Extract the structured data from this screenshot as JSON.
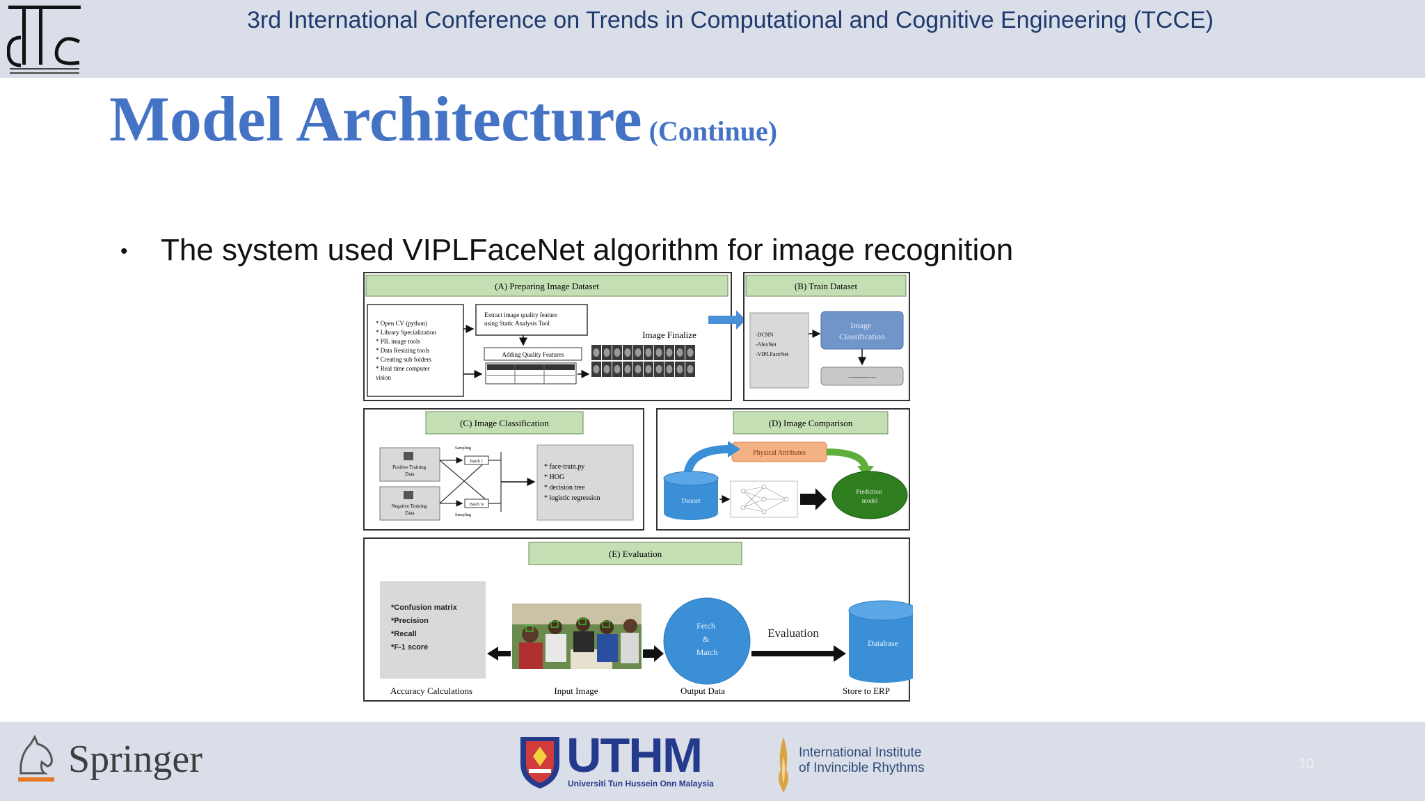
{
  "header": {
    "conference_title": "3rd International Conference on Trends in Computational and Cognitive Engineering (TCCE)"
  },
  "slide": {
    "title": "Model Architecture",
    "title_suffix": "(Continue)",
    "bullet": "The system used VIPLFaceNet algorithm for image recognition",
    "page_number": "10"
  },
  "diagram": {
    "panel_a": {
      "title": "(A)  Preparing Image Dataset",
      "list": [
        "* Open CV (python)",
        "* Library Specialization",
        "* PIL image tools",
        "* Data Resizing tools",
        "* Creating sub folders",
        "* Real time computer",
        "   vision"
      ],
      "extract_line1": "Extract image quality feature",
      "extract_line2": "using Static Analysis Tool",
      "adding": "Adding Quality Features",
      "finalize": "Image Finalize"
    },
    "panel_b": {
      "title": "(B) Train Dataset",
      "models": [
        "-DCNN",
        "-AlexNet",
        "-VIPLFaceNet"
      ],
      "class_line1": "Image",
      "class_line2": "Classification",
      "placeholder": "-------------"
    },
    "panel_c": {
      "title": "(C)  Image Classification",
      "pos_line1": "Positive Training",
      "pos_line2": "Data",
      "neg_line1": "Negative Training",
      "neg_line2": "Data",
      "sampling": "Sampling",
      "b1": "Batch 1",
      "b2": "Batch N",
      "items": [
        "* face-train.py",
        "* HOG",
        "* decision tree",
        "* logistic regression"
      ]
    },
    "panel_d": {
      "title": "(D) Image Comparison",
      "physical": "Physical Attributes",
      "dataset": "Dataset",
      "pred_line1": "Prediction",
      "pred_line2": "model"
    },
    "panel_e": {
      "title": "(E)  Evaluation",
      "metrics": [
        "*Confusion matrix",
        "*Precision",
        "*Recall",
        "*F-1 score"
      ],
      "fetch_line1": "Fetch",
      "fetch_line2": "&",
      "fetch_line3": "Match",
      "evaluation": "Evaluation",
      "database": "Database",
      "cap_accuracy": "Accuracy Calculations",
      "cap_input": "Input Image",
      "cap_output": "Output Data",
      "cap_store": "Store to ERP"
    }
  },
  "footer": {
    "springer": "Springer",
    "uthm": "UTHM",
    "uthm_sub": "Universiti Tun Hussein Onn Malaysia",
    "iiir_line1": "International Institute",
    "iiir_line2": "of Invincible Rhythms"
  },
  "colors": {
    "title_blue": "#4472c4",
    "bar_gray": "#dadee8",
    "panel_green": "#c5dfb4",
    "node_blue": "#3a8fd6"
  }
}
